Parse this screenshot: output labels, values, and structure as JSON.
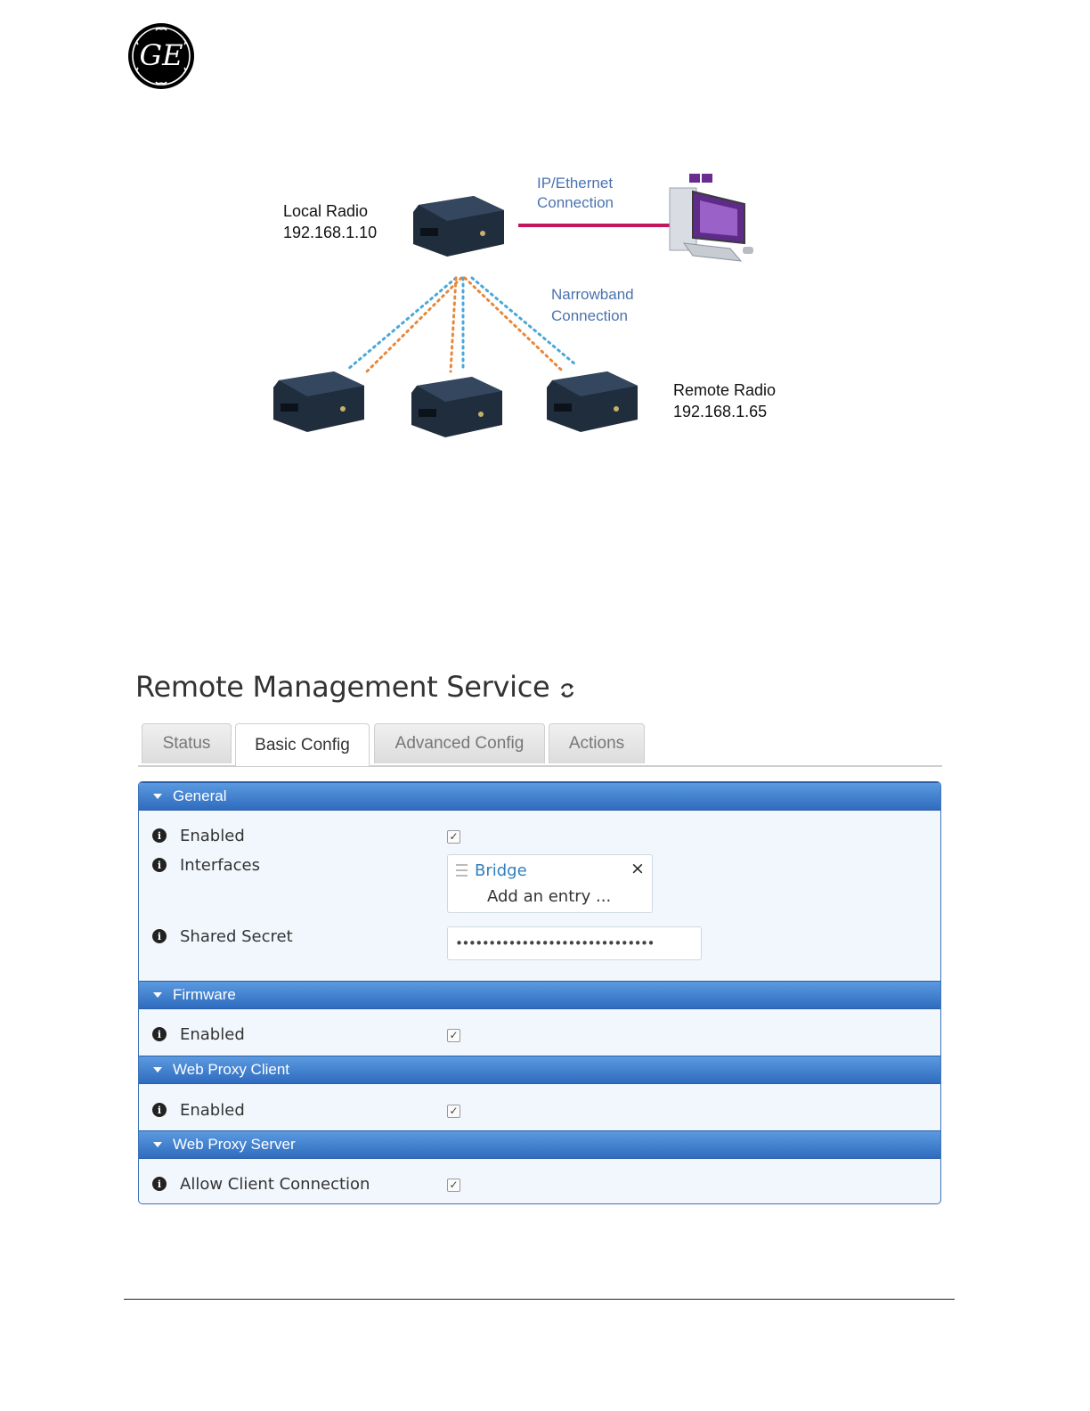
{
  "logo": {
    "text": "GE",
    "colors": {
      "ring": "#000000",
      "fill": "#ffffff"
    }
  },
  "diagram": {
    "local_radio": {
      "label": "Local  Radio",
      "ip": "192.168.1.10"
    },
    "ip_ethernet": {
      "line1": "IP/Ethernet",
      "line2": "Connection"
    },
    "narrowband": {
      "line1": "Narrowband",
      "line2": "Connection"
    },
    "remote_radio": {
      "label": "Remote  Radio",
      "ip": "192.168.1.65"
    },
    "colors": {
      "ethernet_line": "#c2185b",
      "link_orange": "#e8873a",
      "link_blue": "#4aa8d8",
      "label_blue": "#4a73b0",
      "device_body": "#1f2d3d"
    }
  },
  "rms": {
    "title": "Remote Management Service",
    "refresh_icon": "refresh-icon",
    "tabs": [
      {
        "label": "Status",
        "active": false
      },
      {
        "label": "Basic Config",
        "active": true
      },
      {
        "label": "Advanced Config",
        "active": false
      },
      {
        "label": "Actions",
        "active": false
      }
    ],
    "sections": {
      "general": {
        "title": "General",
        "enabled_label": "Enabled",
        "enabled_checked": true,
        "interfaces_label": "Interfaces",
        "interfaces_entry": "Bridge",
        "interfaces_add": "Add an entry ...",
        "remove_glyph": "×",
        "shared_secret_label": "Shared Secret",
        "shared_secret_value": "••••••••••••••••••••••••••••••"
      },
      "firmware": {
        "title": "Firmware",
        "enabled_label": "Enabled",
        "enabled_checked": true
      },
      "web_proxy_client": {
        "title": "Web Proxy Client",
        "enabled_label": "Enabled",
        "enabled_checked": true
      },
      "web_proxy_server": {
        "title": "Web Proxy Server",
        "allow_label": "Allow Client Connection",
        "allow_checked": true
      }
    },
    "colors": {
      "section_header": "#3a78c9",
      "panel_bg": "#f2f7fd",
      "link": "#2f7fbf"
    }
  }
}
